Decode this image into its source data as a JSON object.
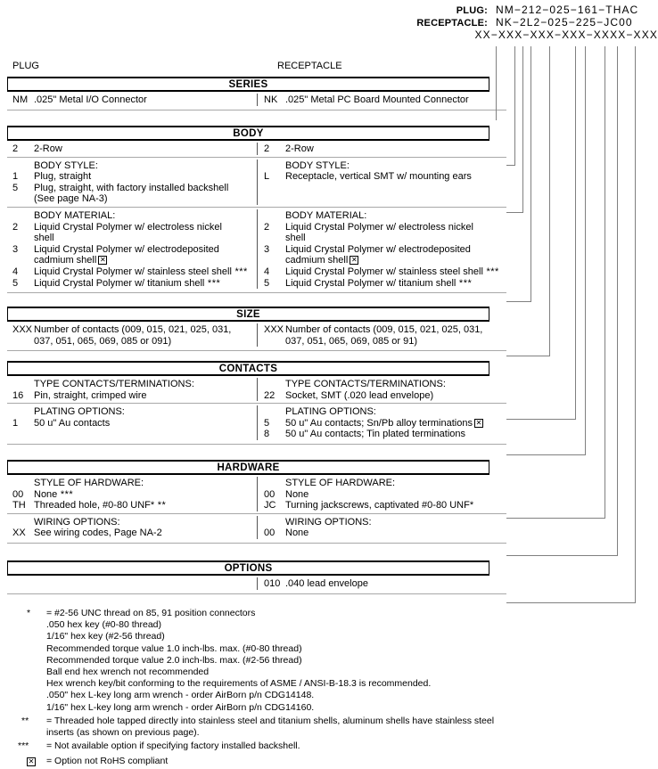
{
  "part_number": {
    "rows": [
      {
        "label": "PLUG:",
        "value": "NM−212−025−161−THAC"
      },
      {
        "label": "RECEPTACLE:",
        "value": "NK−2L2−025−225−JC00"
      },
      {
        "label": "",
        "value": "XX−XXX−XXX−XXX−XXXX−XXX"
      }
    ]
  },
  "columns": {
    "left": "PLUG",
    "right": "RECEPTACLE"
  },
  "sections": [
    {
      "title": "SERIES",
      "groups": [
        {
          "header_left": "",
          "header_right": "",
          "left": [
            {
              "code": "NM",
              "text": ".025\" Metal I/O Connector"
            }
          ],
          "right": [
            {
              "code": "NK",
              "text": ".025\" Metal PC Board Mounted Connector"
            }
          ]
        }
      ]
    },
    {
      "title": "BODY",
      "groups": [
        {
          "header_left": "",
          "header_right": "",
          "left": [
            {
              "code": "2",
              "text": "2-Row"
            }
          ],
          "right": [
            {
              "code": "2",
              "text": "2-Row"
            }
          ]
        },
        {
          "header_left": "BODY STYLE:",
          "header_right": "BODY STYLE:",
          "left": [
            {
              "code": "1",
              "text": "Plug, straight"
            },
            {
              "code": "5",
              "text": "Plug, straight, with factory installed backshell"
            },
            {
              "code": "",
              "text": "(See page NA-3)"
            }
          ],
          "right": [
            {
              "code": "L",
              "text": "Receptacle, vertical SMT w/ mounting ears"
            }
          ]
        },
        {
          "header_left": "BODY MATERIAL:",
          "header_right": "BODY MATERIAL:",
          "left": [
            {
              "code": "2",
              "text": "Liquid Crystal Polymer w/ electroless nickel"
            },
            {
              "code": "",
              "text": "shell"
            },
            {
              "code": "3",
              "text": "Liquid Crystal Polymer w/ electrodeposited"
            },
            {
              "code": "",
              "text": "cadmium shell",
              "rohs": true
            },
            {
              "code": "4",
              "text": "Liquid Crystal Polymer w/ stainless steel shell",
              "stars": "***"
            },
            {
              "code": "5",
              "text": "Liquid Crystal Polymer w/ titanium shell",
              "stars": "***"
            }
          ],
          "right": [
            {
              "code": "2",
              "text": "Liquid Crystal Polymer w/ electroless nickel"
            },
            {
              "code": "",
              "text": "shell"
            },
            {
              "code": "3",
              "text": "Liquid Crystal Polymer w/ electrodeposited"
            },
            {
              "code": "",
              "text": "cadmium shell",
              "rohs": true
            },
            {
              "code": "4",
              "text": "Liquid Crystal Polymer w/ stainless steel shell",
              "stars": "***"
            },
            {
              "code": "5",
              "text": "Liquid Crystal Polymer w/ titanium shell",
              "stars": "***"
            }
          ]
        }
      ]
    },
    {
      "title": "SIZE",
      "groups": [
        {
          "header_left": "",
          "header_right": "",
          "left": [
            {
              "code": "XXX",
              "text": "Number of contacts (009, 015, 021, 025, 031,"
            },
            {
              "code": "",
              "text": "037, 051, 065, 069, 085 or 091)"
            }
          ],
          "right": [
            {
              "code": "XXX",
              "text": "Number of contacts (009, 015, 021, 025, 031,"
            },
            {
              "code": "",
              "text": "037, 051, 065, 069, 085 or 91)"
            }
          ]
        }
      ]
    },
    {
      "title": "CONTACTS",
      "groups": [
        {
          "header_left": "TYPE CONTACTS/TERMINATIONS:",
          "header_right": "TYPE CONTACTS/TERMINATIONS:",
          "left": [
            {
              "code": "16",
              "text": "Pin, straight, crimped wire"
            }
          ],
          "right": [
            {
              "code": "22",
              "text": "Socket, SMT (.020 lead envelope)"
            }
          ]
        },
        {
          "header_left": "PLATING OPTIONS:",
          "header_right": "PLATING OPTIONS:",
          "left": [
            {
              "code": "1",
              "text": "50 u\" Au contacts"
            }
          ],
          "right": [
            {
              "code": "5",
              "text": "50 u\" Au contacts; Sn/Pb alloy terminations",
              "rohs": true
            },
            {
              "code": "8",
              "text": "50 u\" Au contacts; Tin plated terminations"
            }
          ]
        }
      ]
    },
    {
      "title": "HARDWARE",
      "groups": [
        {
          "header_left": "STYLE OF HARDWARE:",
          "header_right": "STYLE OF HARDWARE:",
          "left": [
            {
              "code": "00",
              "text": "None",
              "stars": "***"
            },
            {
              "code": "TH",
              "text": "Threaded hole, #0-80 UNF*",
              "stars": "**"
            }
          ],
          "right": [
            {
              "code": "00",
              "text": "None"
            },
            {
              "code": "JC",
              "text": "Turning jackscrews, captivated #0-80 UNF*"
            }
          ]
        },
        {
          "header_left": "WIRING OPTIONS:",
          "header_right": "WIRING OPTIONS:",
          "left": [
            {
              "code": "XX",
              "text": "See wiring codes, Page NA-2"
            }
          ],
          "right": [
            {
              "code": "00",
              "text": "None"
            }
          ]
        }
      ]
    },
    {
      "title": "OPTIONS",
      "groups": [
        {
          "header_left": "",
          "header_right": "",
          "left": [],
          "right": [
            {
              "code": "010",
              "text": ".040 lead envelope"
            }
          ]
        }
      ]
    }
  ],
  "footnotes": [
    {
      "marker": "*",
      "text": "= #2-56 UNC thread on 85, 91 position connectors"
    },
    {
      "marker": "",
      "text": ".050 hex key (#0-80 thread)"
    },
    {
      "marker": "",
      "text": "1/16\" hex key (#2-56 thread)"
    },
    {
      "marker": "",
      "text": "Recommended torque value 1.0 inch-lbs. max. (#0-80 thread)"
    },
    {
      "marker": "",
      "text": "Recommended torque value 2.0 inch-lbs. max. (#2-56 thread)"
    },
    {
      "marker": "",
      "text": "Ball end hex wrench not recommended"
    },
    {
      "marker": "",
      "text": "Hex wrench key/bit conforming to the requirements of ASME / ANSI-B-18.3 is recommended."
    },
    {
      "marker": "",
      "text": ".050\" hex L-key long arm wrench - order AirBorn p/n CDG14148."
    },
    {
      "marker": "",
      "text": "1/16\" hex L-key long arm wrench - order AirBorn p/n CDG14160."
    },
    {
      "marker": "**",
      "text": "= Threaded hole tapped directly into stainless steel and titanium shells, aluminum shells have stainless steel"
    },
    {
      "marker": "",
      "text": "inserts (as shown on previous page)."
    },
    {
      "marker": "***",
      "text": "= Not available option if specifying factory installed backshell."
    },
    {
      "marker": "rohs",
      "text": "= Option not RoHS compliant"
    }
  ]
}
